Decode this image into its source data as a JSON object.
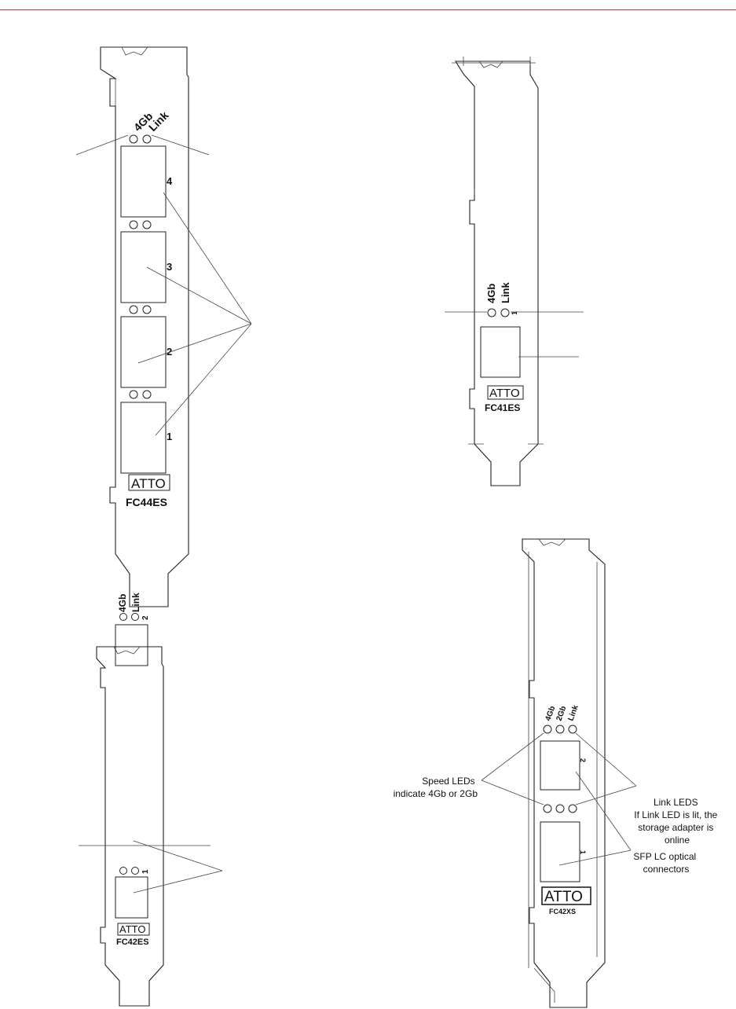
{
  "boards": {
    "fc44es": {
      "led_speed": "4Gb",
      "led_link": "Link",
      "ports": [
        "4",
        "3",
        "2",
        "1"
      ],
      "logo": "ATTO",
      "model": "FC44ES"
    },
    "fc41es": {
      "led_speed": "4Gb",
      "led_link": "Link",
      "port": "1",
      "logo": "ATTO",
      "model": "FC41ES"
    },
    "fc42es": {
      "led_speed": "4Gb",
      "led_link": "Link",
      "ports": [
        "2",
        "1"
      ],
      "logo": "ATTO",
      "model": "FC42ES"
    },
    "fc42xs": {
      "led_speed_1": "4Gb",
      "led_speed_2": "2Gb",
      "led_link": "Link",
      "ports": [
        "2",
        "1"
      ],
      "logo": "ATTO",
      "model": "FC42XS"
    }
  },
  "callouts": {
    "speed_leds": [
      "Speed LEDs",
      "indicate 4Gb or 2Gb"
    ],
    "link_leds": [
      "Link LEDS",
      "If Link LED is lit, the",
      "storage adapter is",
      "online"
    ],
    "sfp": [
      "SFP LC optical",
      "connectors"
    ]
  },
  "colors": {
    "rule": "#c0392b",
    "ink": "#222222"
  }
}
